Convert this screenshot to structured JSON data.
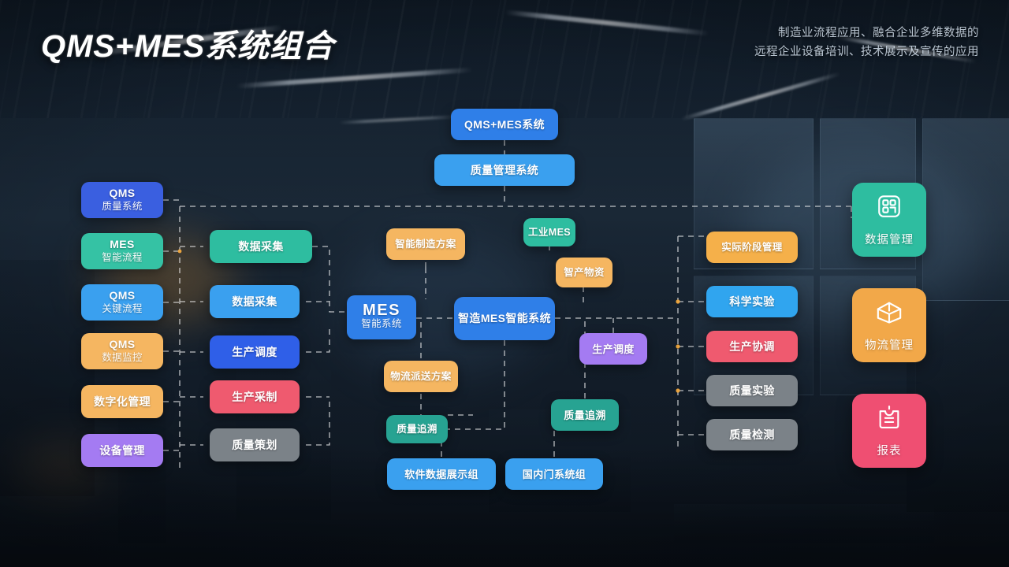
{
  "header": {
    "title": "QMS+MES系统组合",
    "subtitle_line1": "制造业流程应用、融合企业多维数据的",
    "subtitle_line2": "远程企业设备培训、技术展示及宣传的应用"
  },
  "colors": {
    "blue": "#2f7fe8",
    "light_blue": "#3aa0ef",
    "royal_blue": "#2b5fe0",
    "teal": "#2ab8a0",
    "teal_dark": "#27a392",
    "orange": "#f2a849",
    "orange_light": "#f5b661",
    "red": "#ef5a6f",
    "gray": "#7b8288",
    "purple": "#9b6df0",
    "pink": "#ef4f72",
    "line": "#ffffff"
  },
  "diagram": {
    "top_nodes": [
      {
        "id": "qms-mes-system",
        "label": "QMS+MES系统",
        "color": "blue"
      },
      {
        "id": "quality-management-system",
        "label": "质量管理系统",
        "color": "light_blue"
      }
    ],
    "left_column": [
      {
        "id": "qms-quality-system",
        "line1": "QMS",
        "line2": "质量系统",
        "color": "royal_blue"
      },
      {
        "id": "mes-smart-process",
        "line1": "MES",
        "line2": "智能流程",
        "color": "teal"
      },
      {
        "id": "qms-key-process",
        "line1": "QMS",
        "line2": "关键流程",
        "color": "light_blue"
      },
      {
        "id": "qms-data-monitor",
        "line1": "QMS",
        "line2": "数据监控",
        "color": "orange_light"
      },
      {
        "id": "digital-management",
        "line1": "",
        "line2": "数字化管理",
        "color": "orange_light"
      },
      {
        "id": "equipment-management",
        "line1": "",
        "line2": "设备管理",
        "color": "purple"
      }
    ],
    "second_column": [
      {
        "id": "data-collection-teal",
        "label": "数据采集",
        "color": "teal"
      },
      {
        "id": "data-collection-blue",
        "label": "数据采集",
        "color": "light_blue"
      },
      {
        "id": "production-schedule",
        "label": "生产调度",
        "color": "royal_blue"
      },
      {
        "id": "production-control",
        "label": "生产采制",
        "color": "red"
      },
      {
        "id": "quality-planning",
        "label": "质量策划",
        "color": "gray"
      }
    ],
    "mes_core": {
      "id": "mes-core",
      "line1": "MES",
      "line2": "智能系统",
      "color": "blue"
    },
    "center_hub": {
      "id": "center-hub",
      "label": "智造MES智能系统",
      "color": "blue"
    },
    "center_column": [
      {
        "id": "smart-manufacture-plan",
        "label": "智能制造方案",
        "color": "orange_light"
      },
      {
        "id": "resource-scheduling",
        "label": "物流派送方案",
        "color": "orange_light"
      },
      {
        "id": "quality-trace-left",
        "label": "质量追溯",
        "color": "teal_dark"
      }
    ],
    "right_center_column": [
      {
        "id": "mes-tag",
        "label": "工业MES",
        "color": "teal"
      },
      {
        "id": "production-resource",
        "label": "智产物资",
        "color": "orange_light"
      },
      {
        "id": "production-dispatch",
        "label": "生产调度",
        "color": "purple"
      },
      {
        "id": "quality-trace-right",
        "label": "质量追溯",
        "color": "teal_dark"
      }
    ],
    "right_column": [
      {
        "id": "practice-stage",
        "label": "实际阶段管理",
        "color": "orange_light"
      },
      {
        "id": "scientific-experiment",
        "label": "科学实验",
        "color": "light_blue"
      },
      {
        "id": "production-coord",
        "label": "生产协调",
        "color": "red"
      },
      {
        "id": "quality-experiment",
        "label": "质量实验",
        "color": "gray"
      },
      {
        "id": "quality-inspection",
        "label": "质量检测",
        "color": "gray"
      }
    ],
    "bottom_nodes": [
      {
        "id": "equipment-device-manage",
        "label": "软件数据展示组",
        "color": "light_blue"
      },
      {
        "id": "workshop-display",
        "label": "国内门系统组",
        "color": "light_blue"
      }
    ],
    "side_cards": [
      {
        "id": "card-management",
        "label": "数据管理",
        "icon": "document-icon",
        "color": "teal"
      },
      {
        "id": "card-storage",
        "label": "物流管理",
        "icon": "package-icon",
        "color": "orange"
      },
      {
        "id": "card-report",
        "label": "报表",
        "icon": "clipboard-icon",
        "color": "pink"
      }
    ]
  }
}
